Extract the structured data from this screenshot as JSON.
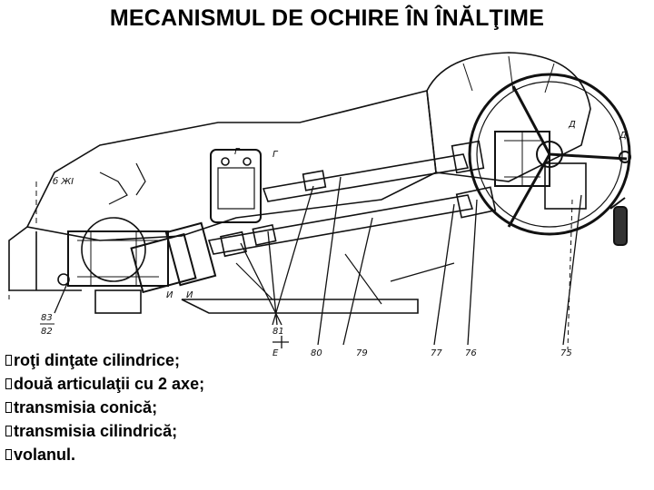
{
  "title": "MECANISMUL DE OCHIRE ÎN ÎNĂLŢIME",
  "drawing_labels": {
    "b_zh": "б ЖΙ",
    "g_top": "Г",
    "g_right": "Г",
    "d1": "Д",
    "d2": "Д",
    "i1": "И",
    "i2": "И",
    "l83": "83",
    "l82": "82",
    "l81": "81",
    "e": "E",
    "l80": "80",
    "l79": "79",
    "l77": "77",
    "l76": "76",
    "l75": "75"
  },
  "bullets": [
    "roţi dinţate cilindrice;",
    "două articulaţii cu 2 axe;",
    "transmisia conică;",
    "transmisia cilindrică;",
    "volanul."
  ]
}
